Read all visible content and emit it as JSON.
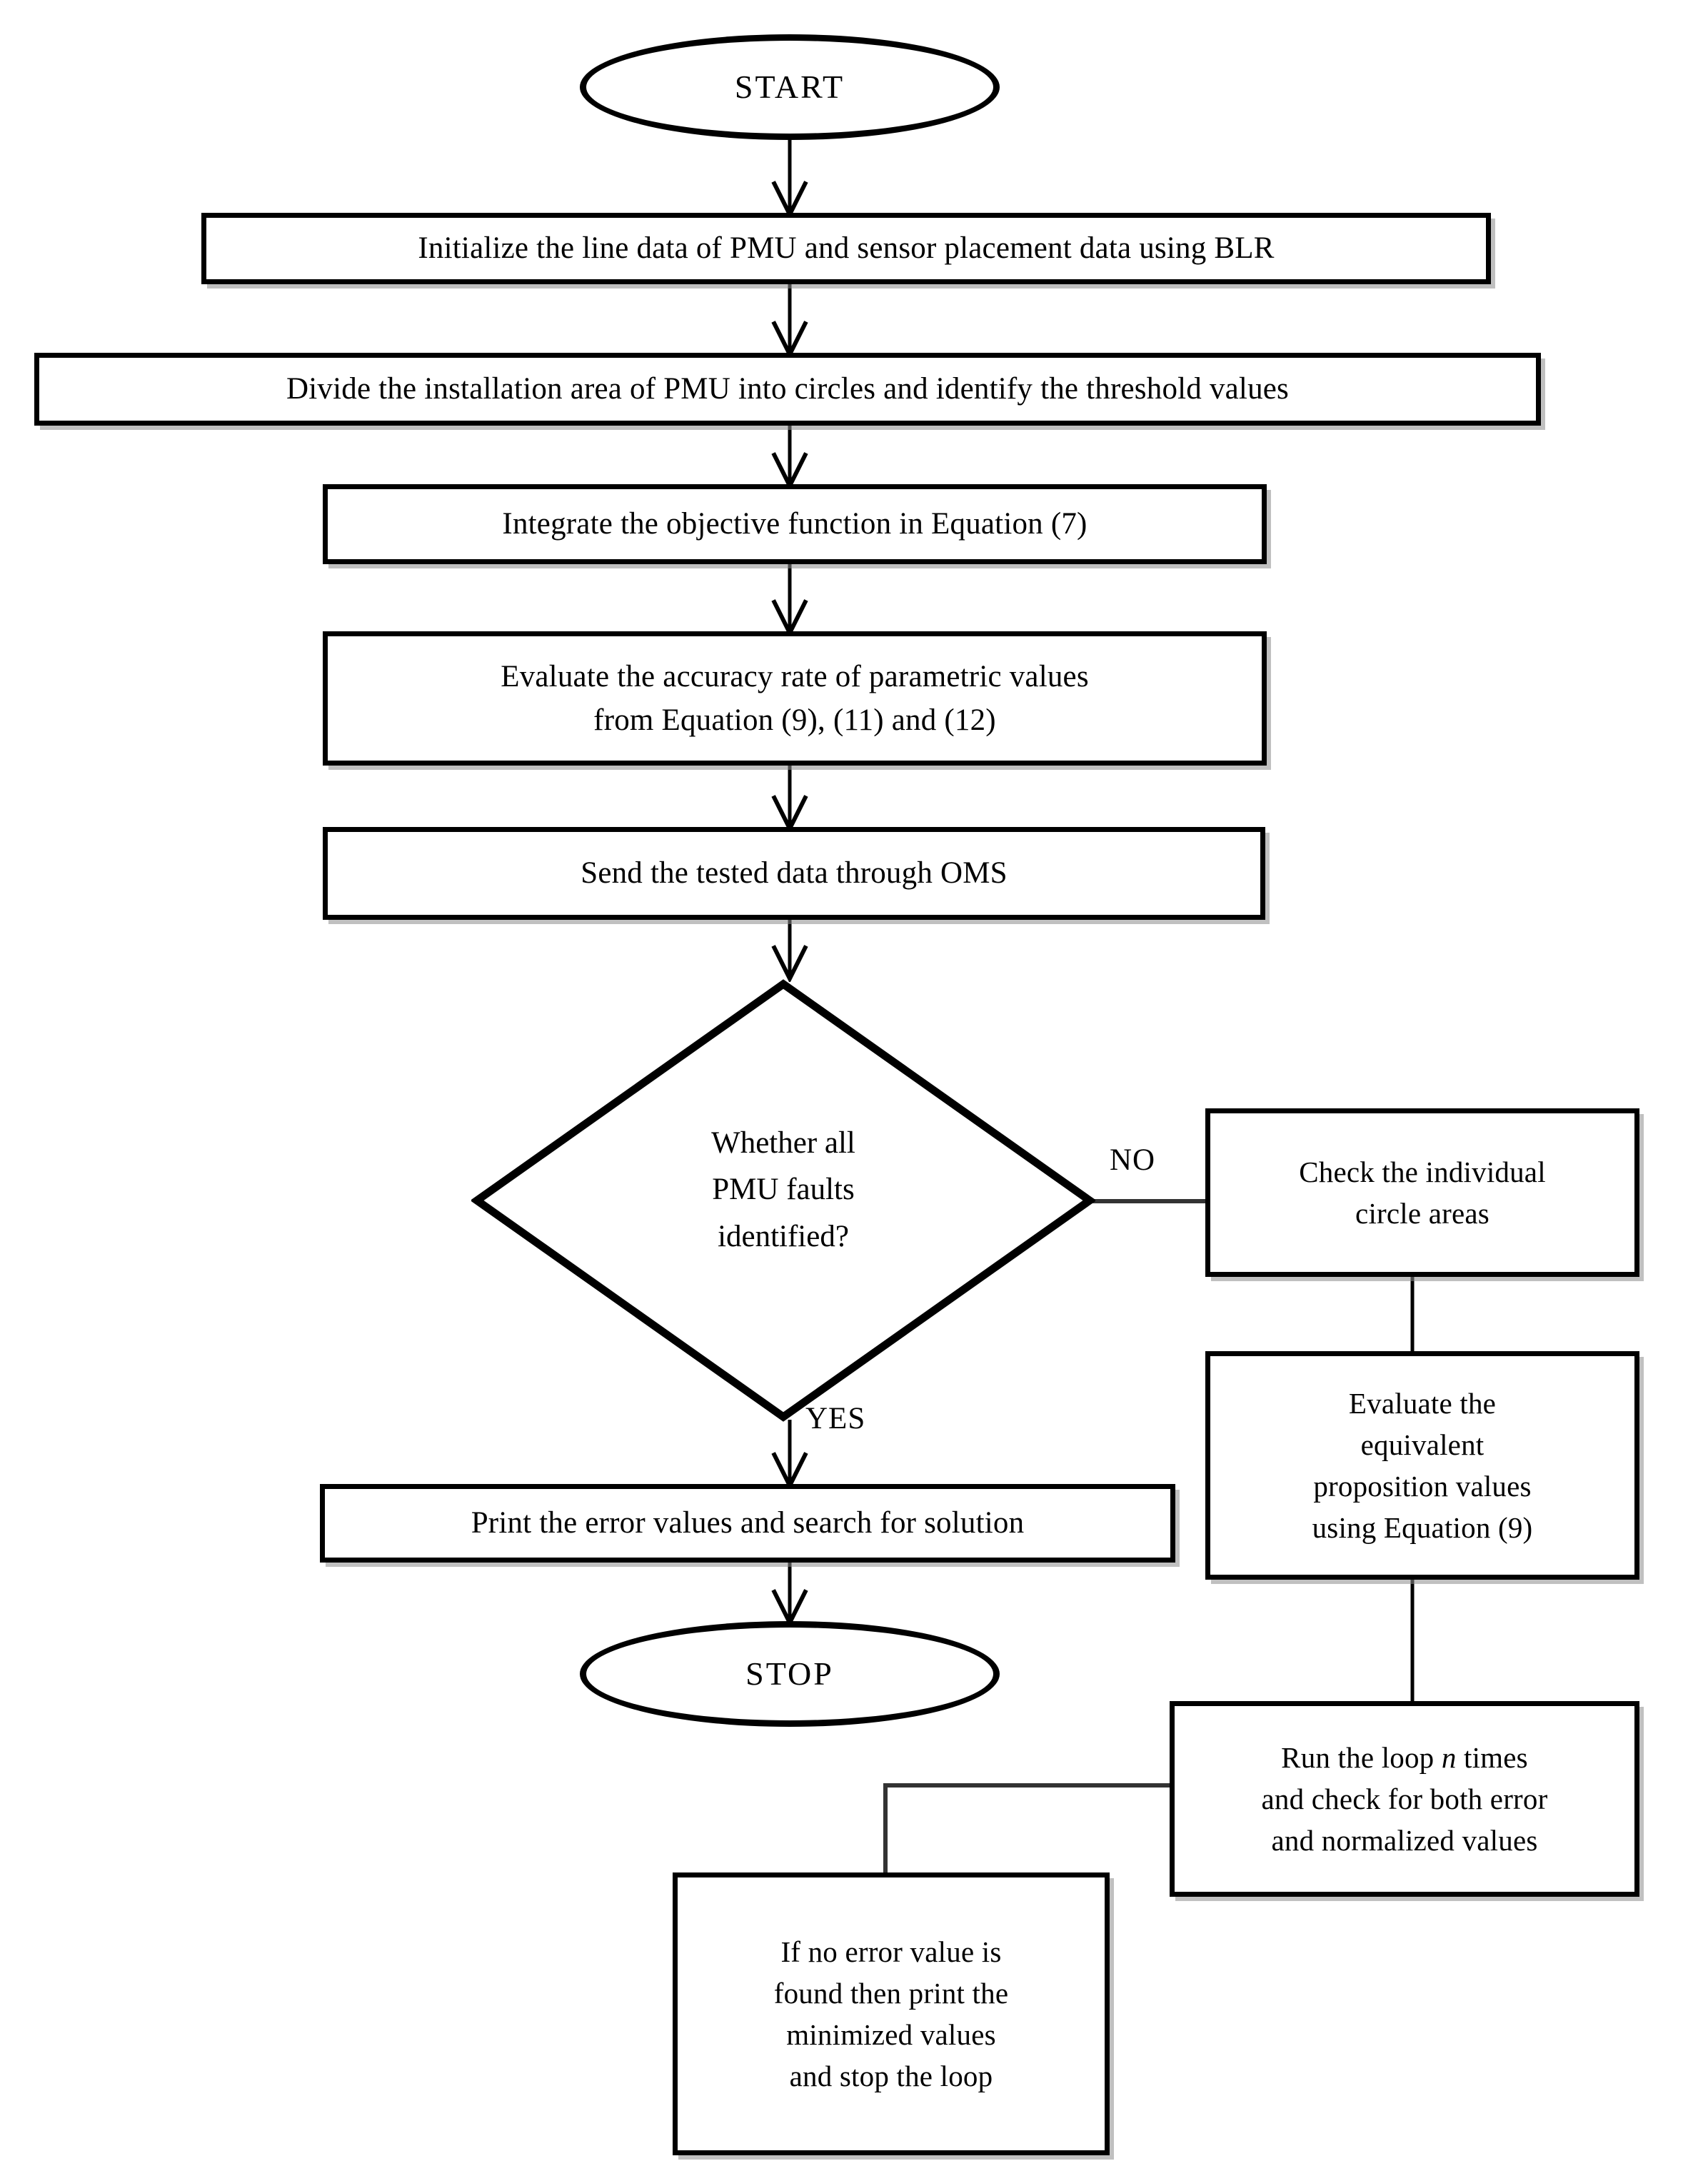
{
  "diagram": {
    "title": "PMU fault identification flowchart",
    "type": "flowchart",
    "stroke_color": "#000000",
    "fill_color": "#ffffff",
    "shadow_color": "#8c8c8c"
  },
  "nodes": {
    "start": {
      "shape": "terminator",
      "label": "START"
    },
    "initialize": {
      "shape": "process",
      "label": "Initialize the line data of PMU and sensor placement data using BLR"
    },
    "divide": {
      "shape": "process",
      "label": "Divide the installation area of PMU into circles and identify the threshold values"
    },
    "integrate": {
      "shape": "process",
      "label": "Integrate the objective function in Equation (7)"
    },
    "evaluate_accuracy": {
      "shape": "process",
      "label": "Evaluate the accuracy rate of parametric values\nfrom Equation (9), (11) and (12)"
    },
    "send": {
      "shape": "process",
      "label": "Send the tested data through OMS"
    },
    "decision": {
      "shape": "decision",
      "label": "Whether all\nPMU faults\nidentified?"
    },
    "print_errors": {
      "shape": "process",
      "label": "Print the error values and search for solution"
    },
    "stop": {
      "shape": "terminator",
      "label": "STOP"
    },
    "check_circles": {
      "shape": "process",
      "label": "Check the individual\ncircle areas"
    },
    "evaluate_equivalent": {
      "shape": "process",
      "label": "Evaluate the\nequivalent\nproposition values\nusing Equation (9)"
    },
    "run_loop_pre": {
      "shape": "process",
      "label": "Run the loop "
    },
    "run_loop_var": {
      "shape": "process",
      "label": "n"
    },
    "run_loop_post": {
      "shape": "process",
      "label": " times\nand check for both error\nand normalized values"
    },
    "no_error": {
      "shape": "process",
      "label": "If no error value is\nfound then print the\nminimized values\nand stop the loop"
    }
  },
  "edge_labels": {
    "no": "NO",
    "yes": "YES"
  },
  "edges": [
    {
      "from": "start",
      "to": "initialize",
      "arrow": true
    },
    {
      "from": "initialize",
      "to": "divide",
      "arrow": true
    },
    {
      "from": "divide",
      "to": "integrate",
      "arrow": true
    },
    {
      "from": "integrate",
      "to": "evaluate_accuracy",
      "arrow": true
    },
    {
      "from": "evaluate_accuracy",
      "to": "send",
      "arrow": true
    },
    {
      "from": "send",
      "to": "decision",
      "arrow": true
    },
    {
      "from": "decision",
      "to": "check_circles",
      "label": "NO",
      "arrow": false
    },
    {
      "from": "decision",
      "to": "print_errors",
      "label": "YES",
      "arrow": true
    },
    {
      "from": "print_errors",
      "to": "stop",
      "arrow": true
    },
    {
      "from": "check_circles",
      "to": "evaluate_equivalent",
      "arrow": false
    },
    {
      "from": "evaluate_equivalent",
      "to": "run_loop",
      "arrow": false
    },
    {
      "from": "run_loop",
      "to": "no_error",
      "arrow": false
    }
  ]
}
